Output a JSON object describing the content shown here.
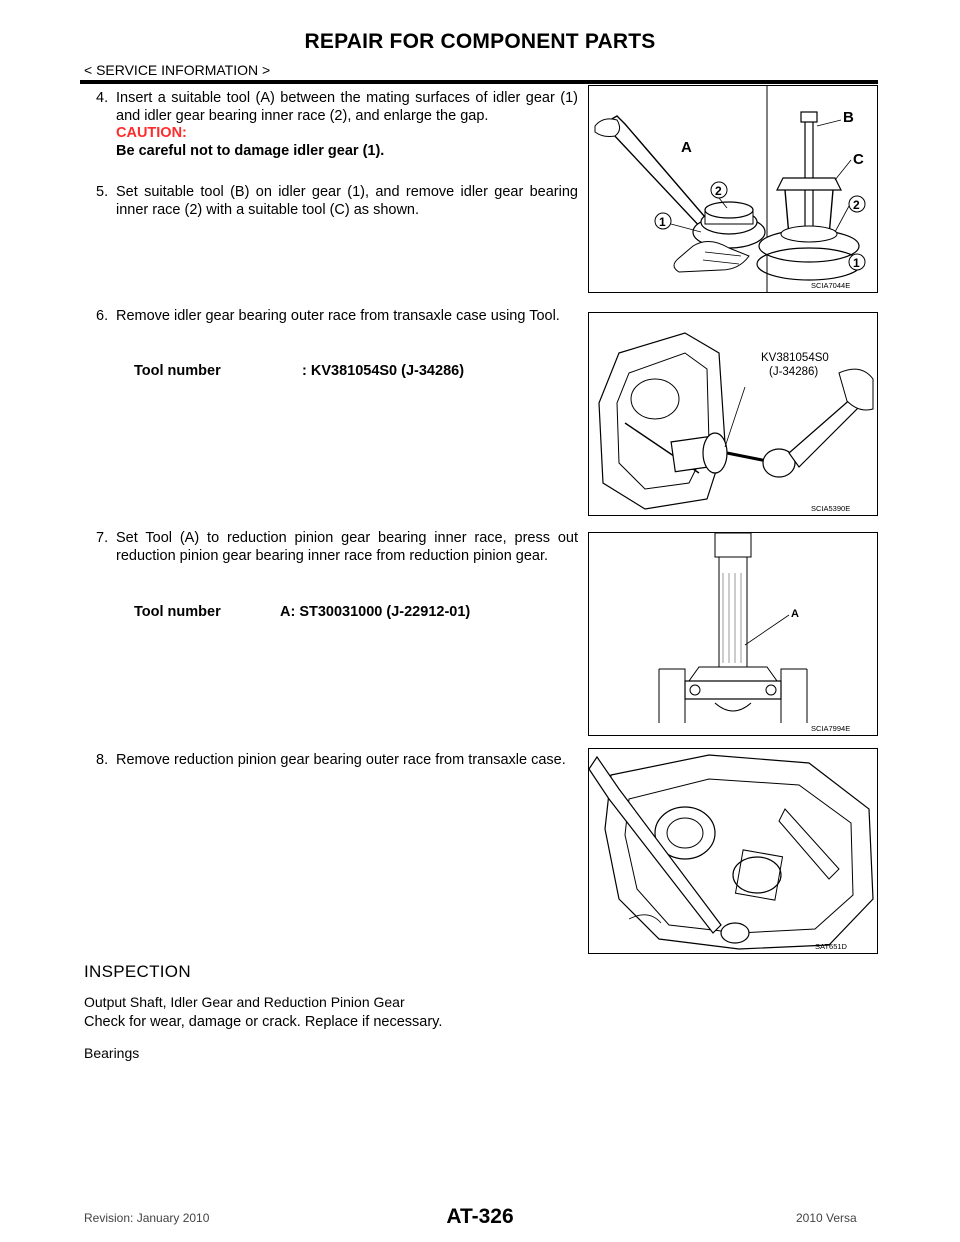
{
  "header": {
    "title": "REPAIR FOR COMPONENT PARTS",
    "section": "< SERVICE INFORMATION >"
  },
  "steps": [
    {
      "num": "4.",
      "text": "Insert a suitable tool (A) between the mating surfaces of idler gear (1) and idler gear bearing inner race (2), and enlarge the gap.",
      "caution_label": "CAUTION:",
      "caution_text": "Be careful not to damage idler gear (1)."
    },
    {
      "num": "5.",
      "text": "Set suitable tool (B) on idler gear (1), and remove idler gear bearing inner race (2) with a suitable tool (C) as shown."
    },
    {
      "num": "6.",
      "text": "Remove idler gear bearing outer race from transaxle case using Tool.",
      "tool_label": "Tool number",
      "tool_value": ": KV381054S0 (J-34286)"
    },
    {
      "num": "7.",
      "text": "Set Tool (A) to reduction pinion gear bearing inner race, press out reduction pinion gear bearing inner race from reduction pinion gear.",
      "tool_label": "Tool number",
      "tool_value": "A: ST30031000 (J-22912-01)"
    },
    {
      "num": "8.",
      "text": "Remove reduction pinion gear bearing outer race from transaxle case."
    }
  ],
  "figures": [
    {
      "code": "SCIA7044E",
      "labels": [
        "A",
        "B",
        "C",
        "1",
        "2",
        "1",
        "2"
      ]
    },
    {
      "code": "SCIA5390E",
      "callout_line1": "KV381054S0",
      "callout_line2": "(J-34286)"
    },
    {
      "code": "SCIA7994E",
      "labels": [
        "A"
      ]
    },
    {
      "code": "SAT651D"
    }
  ],
  "inspection": {
    "heading": "INSPECTION",
    "sub1": "Output Shaft, Idler Gear and Reduction Pinion Gear",
    "text1": "Check for wear, damage or crack. Replace if necessary.",
    "sub2": "Bearings"
  },
  "footer": {
    "left": "Revision: January 2010",
    "center": "AT-326",
    "right": "2010 Versa"
  }
}
